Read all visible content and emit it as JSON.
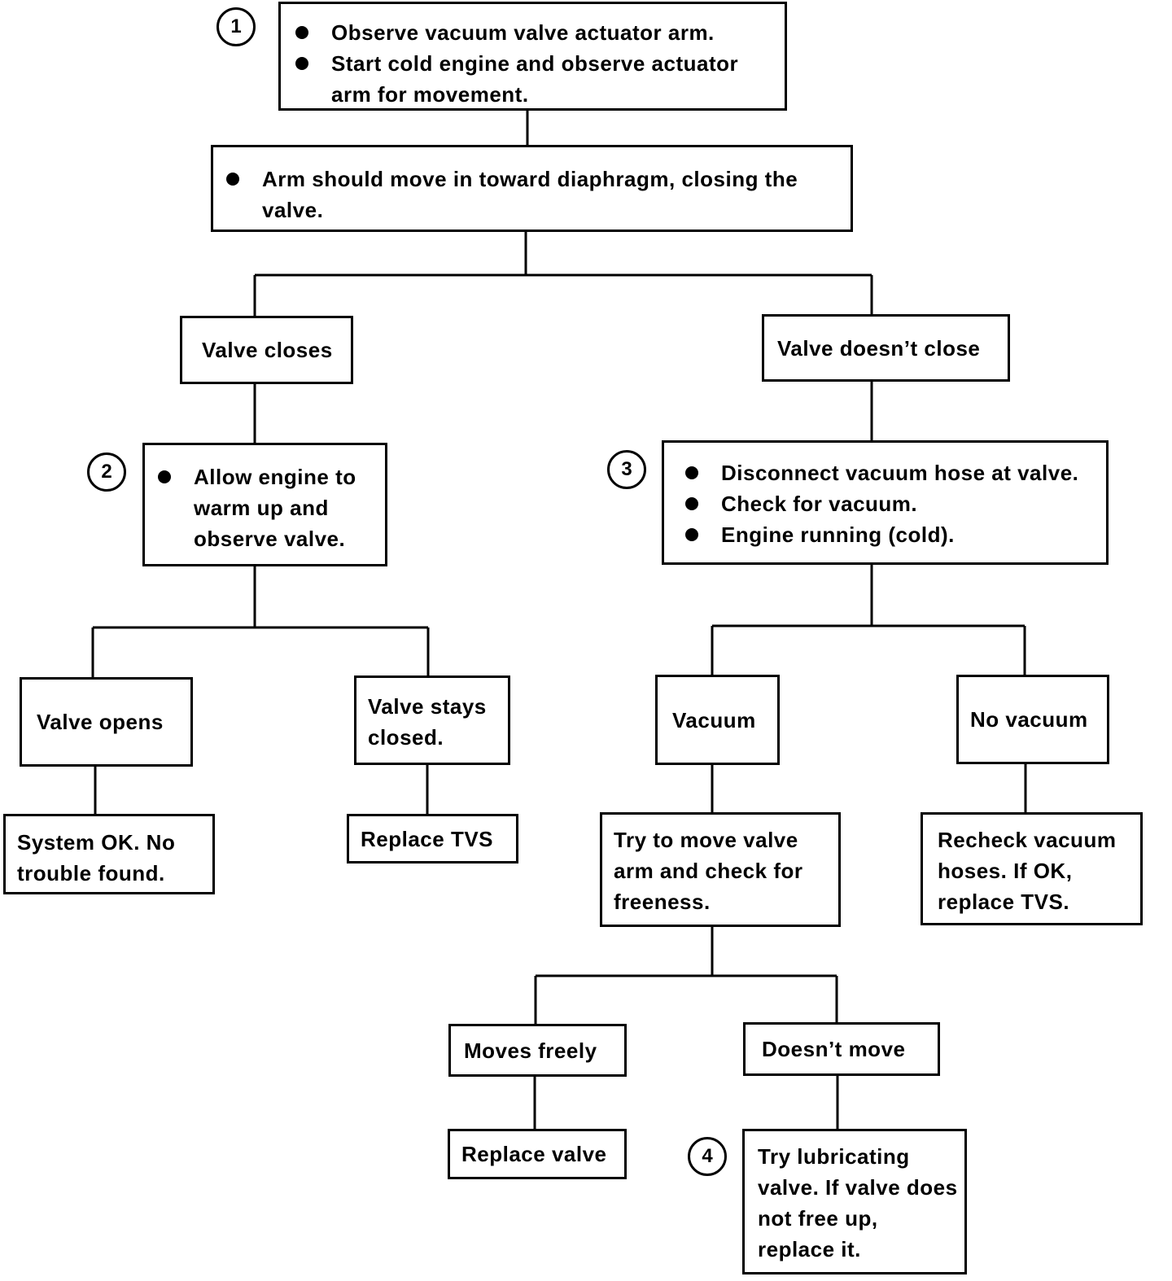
{
  "flowchart": {
    "steps": [
      "1",
      "2",
      "3",
      "4"
    ],
    "box1": {
      "items": [
        "Observe vacuum valve actuator arm.",
        "Start cold engine and observe actuator arm for movement."
      ]
    },
    "box2": {
      "items": [
        "Arm should move in toward diaphragm, closing the valve."
      ]
    },
    "valve_closes": "Valve closes",
    "valve_doesnt_close": "Valve doesn’t close",
    "warm_up": {
      "items": [
        "Allow engine to warm up and observe valve."
      ]
    },
    "disconnect": {
      "items": [
        "Disconnect vacuum hose at valve.",
        "Check for vacuum.",
        "Engine running (cold)."
      ]
    },
    "valve_opens": "Valve opens",
    "valve_stays_closed": "Valve stays closed.",
    "system_ok": "System OK. No trouble found.",
    "replace_tvs": "Replace TVS",
    "vacuum": "Vacuum",
    "no_vacuum": "No vacuum",
    "try_move": "Try to move valve arm and check for freeness.",
    "recheck": "Recheck vacuum hoses. If OK, replace TVS.",
    "moves_freely": "Moves freely",
    "doesnt_move": "Doesn’t move",
    "replace_valve": "Replace valve",
    "try_lubricating": "Try lubricating valve. If valve does not free up, replace it."
  }
}
